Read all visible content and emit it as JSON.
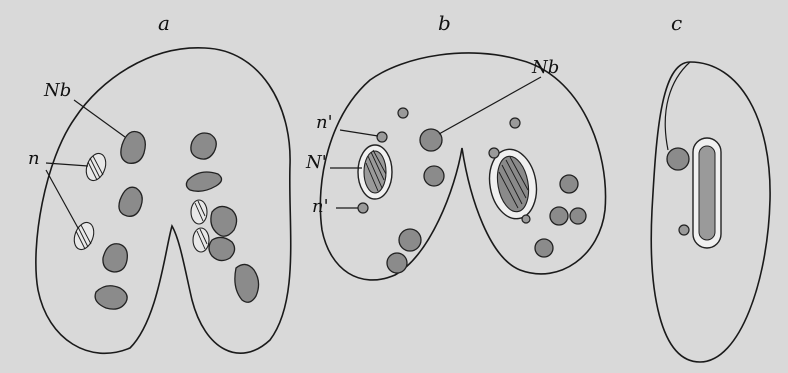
{
  "figure": {
    "panel_labels": [
      "a",
      "b",
      "c"
    ],
    "labels_a": {
      "nb": "Nb",
      "n": "n"
    },
    "labels_b": {
      "n_prime_top": "n'",
      "n_prime_cap": "N'",
      "n_prime_bottom": "n'",
      "nb": "Nb"
    }
  }
}
